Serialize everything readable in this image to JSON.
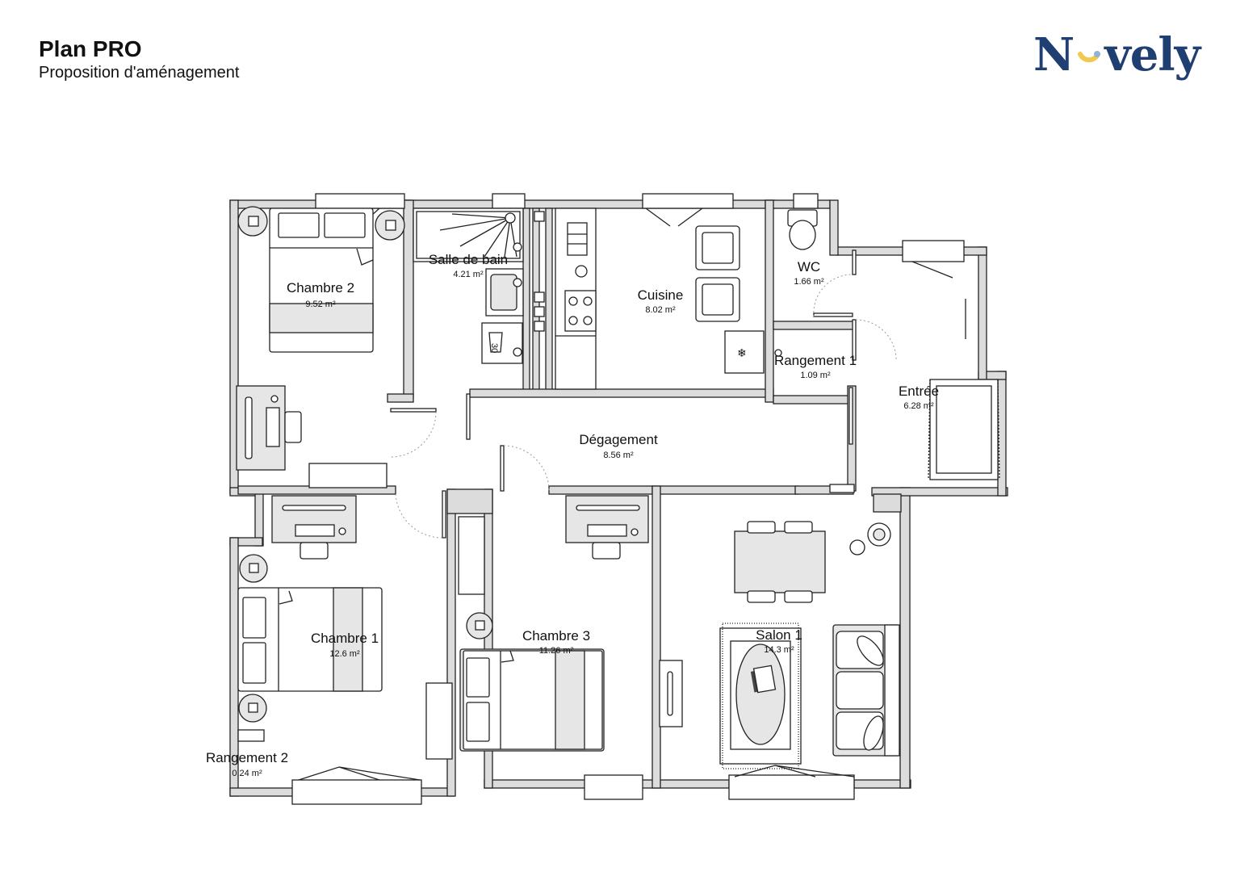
{
  "header": {
    "title": "Plan PRO",
    "subtitle": "Proposition d'aménagement"
  },
  "brand": {
    "logo_before": "N",
    "logo_after": "vely",
    "color": "#1f3f73",
    "accent": "#f2c94c"
  },
  "rooms": [
    {
      "id": "chambre-2",
      "name": "Chambre 2",
      "area": "9.52 m²"
    },
    {
      "id": "salle-de-bain",
      "name": "Salle de bain",
      "area": "4.21 m²"
    },
    {
      "id": "cuisine",
      "name": "Cuisine",
      "area": "8.02 m²"
    },
    {
      "id": "wc",
      "name": "WC",
      "area": "1.66 m²"
    },
    {
      "id": "rangement-1",
      "name": "Rangement 1",
      "area": "1.09 m²"
    },
    {
      "id": "entree",
      "name": "Entrée",
      "area": "6.28 m²"
    },
    {
      "id": "degagement",
      "name": "Dégagement",
      "area": "8.56 m²"
    },
    {
      "id": "chambre-1",
      "name": "Chambre 1",
      "area": "12.6 m²"
    },
    {
      "id": "chambre-3",
      "name": "Chambre 3",
      "area": "11.26 m²"
    },
    {
      "id": "salon-1",
      "name": "Salon 1",
      "area": "14.3 m²"
    },
    {
      "id": "rangement-2",
      "name": "Rangement 2",
      "area": "0.24 m²"
    }
  ],
  "appliances": {
    "washer_label": "30"
  },
  "colors": {
    "wall": "#dcdcdc",
    "furniture": "#e6e6e6",
    "line": "#222222"
  }
}
